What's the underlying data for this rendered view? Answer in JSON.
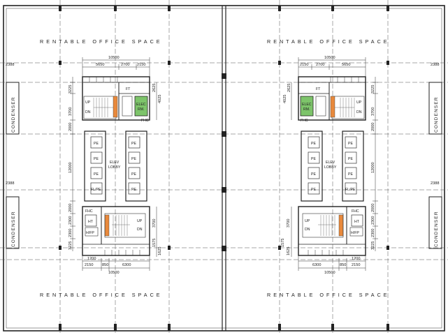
{
  "plan": {
    "top_banner": "",
    "rentable_label": "RENTABLE OFFICE SPACE",
    "condenser_label": "CONDENSER",
    "elev_lobby": [
      "ELEV",
      "LOBBY"
    ],
    "elec_room": [
      "ELEC",
      "RM."
    ],
    "ft_label": "FT",
    "pe_label": "PE",
    "flpe_label": "FL/PE",
    "ht_label": "HT",
    "hfp_label": "H/FP",
    "up_label": "UP",
    "dn_label": "DN",
    "fhc_label": "FHC",
    "side_dim": "2388",
    "colors": {
      "line": "#222222",
      "grid": "#444444",
      "elec_fill": "#7dc46a",
      "stair_fill": "#e8893c",
      "wall": "#333333"
    },
    "core_left": {
      "top_dims": {
        "total": "10500",
        "a": "5650",
        "b": "2700",
        "c": "2150"
      },
      "bottom_dims": {
        "total": "10500",
        "a": "2150",
        "b": "850",
        "c": "6300",
        "d": "1200"
      },
      "vert_dims": [
        "3225",
        "3700",
        "2000",
        "12000",
        "2000",
        "2300",
        "2300",
        "3225"
      ],
      "right_dims": [
        "2625",
        "4025",
        "1575",
        "1625",
        "3700"
      ]
    },
    "core_right": {
      "top_dims": {
        "total": "10500",
        "a": "2150",
        "b": "2700",
        "c": "5650"
      },
      "bottom_dims": {
        "total": "10500",
        "a": "6300",
        "b": "850",
        "c": "2150",
        "d": "1200"
      },
      "vert_dims": [
        "3225",
        "3700",
        "2000",
        "12000",
        "2000",
        "2300",
        "2300",
        "3225"
      ],
      "left_dims": [
        "2625",
        "4025",
        "1575",
        "1625",
        "3700"
      ]
    }
  }
}
